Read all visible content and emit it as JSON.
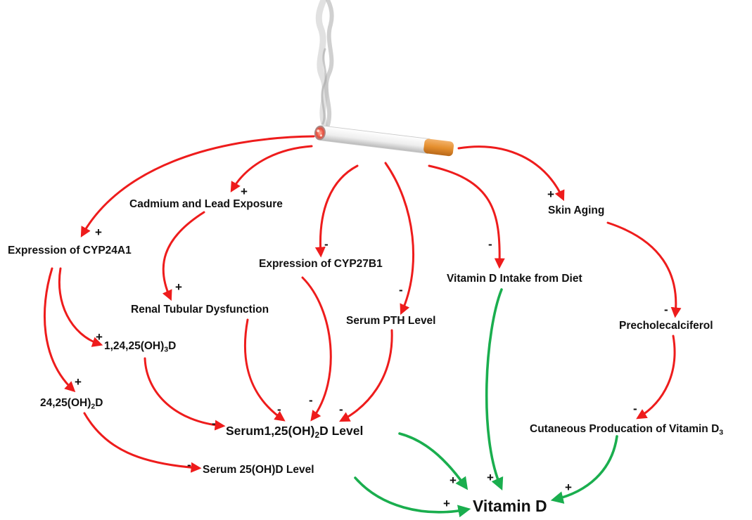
{
  "nodes": {
    "cadmium": "Cadmium and Lead Exposure",
    "skin_aging": "Skin Aging",
    "cyp24a1": "Expression of CYP24A1",
    "cyp27b1": "Expression of CYP27B1",
    "vitd_diet": "Vitamin D Intake from Diet",
    "renal": "Renal Tubular Dysfunction",
    "pth": "Serum PTH Level",
    "precholecalciferol": "Precholecalciferol",
    "m124_pre": "1,24,25(OH)",
    "m124_sub": "3",
    "m124_post": "D",
    "m2425_pre": "24,25(OH)",
    "m2425_sub": "2",
    "m2425_post": "D",
    "serum125_pre": "Serum1,25(OH)",
    "serum125_sub": "2",
    "serum125_post": "D Level",
    "cutaneous_pre": "Cutaneous Producation of Vitamin D",
    "cutaneous_sub": "3",
    "serum25": "Serum 25(OH)D Level",
    "vitamin_d": "Vitamin D"
  },
  "signs": {
    "cyp24a1_in": "+",
    "cadmium_in": "+",
    "cyp27b1_in": "-",
    "pth_in": "-",
    "vitd_diet_in": "-",
    "skin_in": "+",
    "renal_in": "+",
    "m124_in": "+",
    "m2425_in": "+",
    "precho_in": "-",
    "cutaneous_in": "-",
    "s125_from_m124": "-",
    "s125_from_renal": "-",
    "s125_from_cyp27b1": "-",
    "s125_from_pth": "-",
    "s25_from_m2425": "-",
    "vd_from_s125": "+",
    "vd_from_diet": "+",
    "vd_from_s25": "+",
    "vd_from_cut": "+"
  },
  "colors": {
    "inhibit_arrow": "#ee1c1c",
    "promote_arrow": "#1aae4e"
  },
  "icons": {
    "source": "cigarette-icon"
  }
}
